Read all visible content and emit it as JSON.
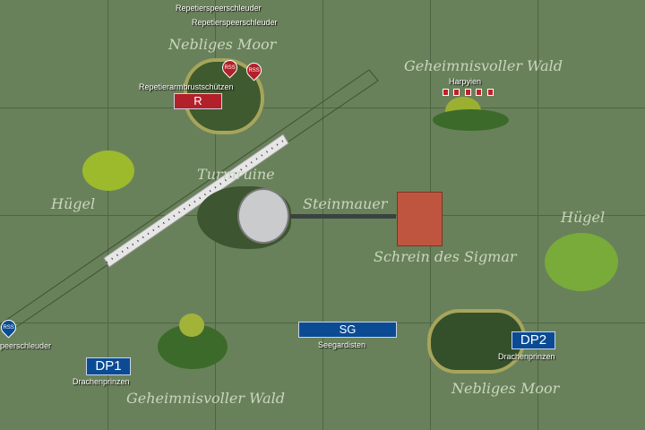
{
  "terrain": {
    "moor_top": "Nebliges Moor",
    "forest_top_right": "Geheimnisvoller Wald",
    "hill_left": "Hügel",
    "tower_ruin": "Turmruine",
    "wall": "Steinmauer",
    "shrine": "Schrein des Sigmar",
    "hill_right": "Hügel",
    "forest_bottom": "Geheimnisvoller Wald",
    "moor_bottom": "Nebliges Moor"
  },
  "units": {
    "rss_top_label": "Repetierspeerschleuder",
    "rss_top_label2": "Repetierspeerschleuder",
    "rss_pin": "RSS",
    "crossbow_label": "Repetierarmbrustschützen",
    "crossbow_badge": "R",
    "harpies_label": "Harpyien",
    "rss_left_label": "peerschleuder",
    "dp1_badge": "DP1",
    "dp1_label": "Drachenprinzen",
    "sg_badge": "SG",
    "sg_label": "Seegardisten",
    "dp2_badge": "DP2",
    "dp2_label": "Drachenprinzen"
  },
  "colors": {
    "field": "#69815a",
    "blue": "#0a4b94",
    "red": "#b2202a"
  }
}
